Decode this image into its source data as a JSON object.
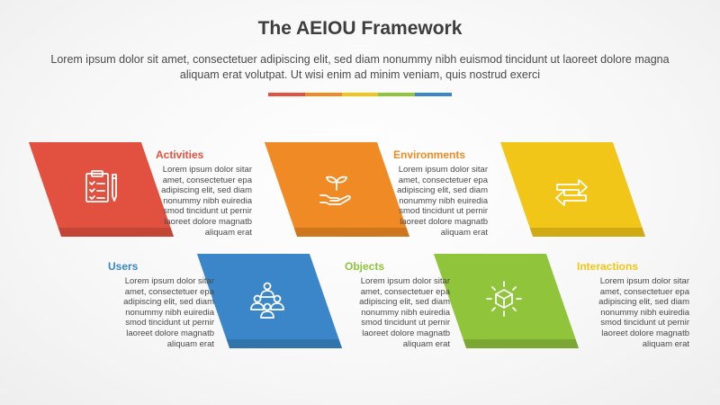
{
  "header": {
    "title": "The AEIOU Framework",
    "subtitle": "Lorem ipsum dolor sit amet, consectetuer adipiscing elit, sed diam nonummy nibh euismod tincidunt ut laoreet dolore magna aliquam erat volutpat. Ut wisi enim ad minim veniam, quis nostrud exerci",
    "divider_colors": [
      "#e2513f",
      "#f08a24",
      "#f2c619",
      "#8fc43b",
      "#3a86c8"
    ]
  },
  "items": [
    {
      "id": "activities",
      "heading": "Activities",
      "color": "#e2513f",
      "icon": "clipboard-icon",
      "body": "Lorem ipsum dolor sitar\namet, consectetuer epa\nadipiscing elit, sed diam\nnonummy nibh euiredia\nsmod tincidunt ut pernir\nlaoreet dolore magnatb\naliquam erat"
    },
    {
      "id": "environments",
      "heading": "Environments",
      "color": "#f08a24",
      "icon": "plant-hand-icon",
      "body": "Lorem ipsum dolor sitar\namet, consectetuer epa\nadipiscing elit, sed diam\nnonummy nibh euiredia\nsmod tincidunt ut pernir\nlaoreet dolore magnatb\naliquam erat"
    },
    {
      "id": "interactions",
      "heading": "Interactions",
      "color": "#f2c619",
      "icon": "exchange-arrows-icon",
      "body": "Lorem ipsum dolor sitar\namet, consectetuer epa\nadipiscing elit, sed diam\nnonummy nibh euiredia\nsmod tincidunt ut pernir\nlaoreet dolore magnatb\naliquam erat"
    },
    {
      "id": "users",
      "heading": "Users",
      "color": "#3a86c8",
      "icon": "users-group-icon",
      "body": "Lorem ipsum dolor sitar\namet, consectetuer epa\nadipiscing elit, sed diam\nnonummy nibh euiredia\nsmod tincidunt ut pernir\nlaoreet dolore magnatb\naliquam erat"
    },
    {
      "id": "objects",
      "heading": "Objects",
      "color": "#8fc43b",
      "icon": "cube-icon",
      "body": "Lorem ipsum dolor sitar\namet, consectetuer epa\nadipiscing elit, sed diam\nnonummy nibh euiredia\nsmod tincidunt ut pernir\nlaoreet dolore magnatb\naliquam erat"
    }
  ]
}
